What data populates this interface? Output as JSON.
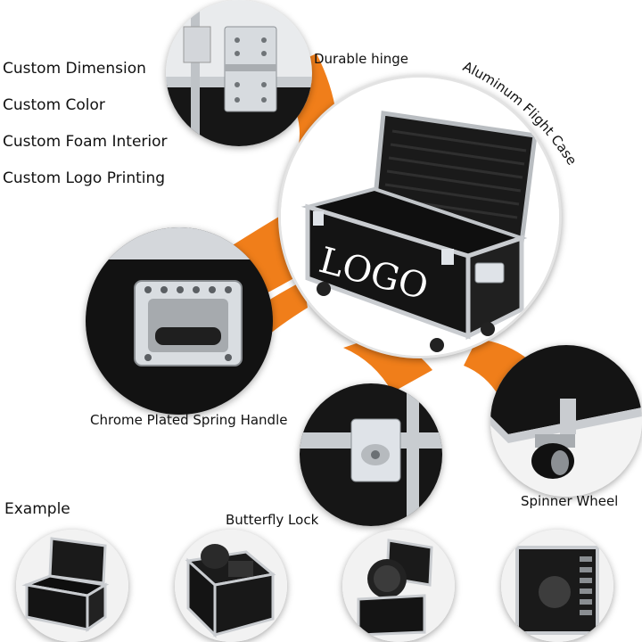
{
  "features": [
    "Custom Dimension",
    "Custom Color",
    "Custom Foam Interior",
    "Custom Logo Printing"
  ],
  "callouts": {
    "hinge": "Durable hinge",
    "main_title": "Aluminum Flight Case",
    "handle": "Chrome Plated Spring Handle",
    "lock": "Butterfly Lock",
    "wheel": "Spinner Wheel"
  },
  "example_label": "Example",
  "case_logo_text": "LOGO",
  "colors": {
    "accent": "#f07e1a",
    "case_black": "#141414",
    "aluminum": "#c9ccd0",
    "chrome": "#dfe3e8",
    "background": "#ffffff"
  },
  "icons": [
    "hinge-image",
    "flight-case-image",
    "spring-handle-image",
    "butterfly-lock-image",
    "spinner-wheel-image",
    "example-case-image"
  ]
}
